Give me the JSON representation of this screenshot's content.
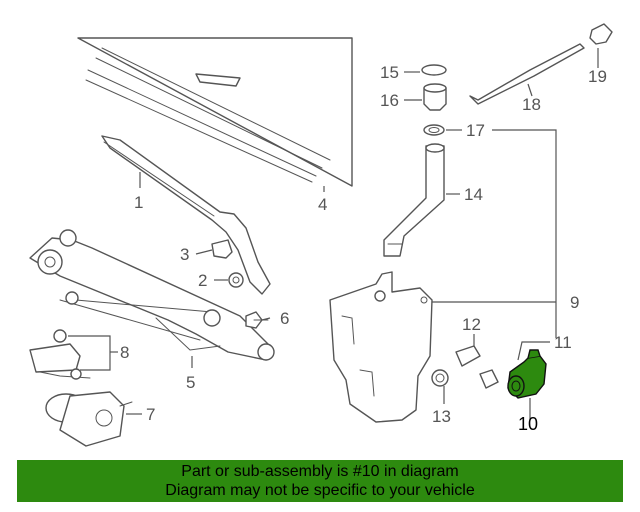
{
  "callouts": {
    "c1": "1",
    "c2": "2",
    "c3": "3",
    "c4": "4",
    "c5": "5",
    "c6": "6",
    "c7": "7",
    "c8": "8",
    "c9": "9",
    "c10": "10",
    "c11": "11",
    "c12": "12",
    "c13": "13",
    "c14": "14",
    "c15": "15",
    "c16": "16",
    "c17": "17",
    "c18": "18",
    "c19": "19"
  },
  "highlight": {
    "part_number": "10",
    "color": "#2d8a0f"
  },
  "banner": {
    "line1": "Part or sub-assembly is #10 in diagram",
    "line2": "Diagram may not be specific to your vehicle",
    "background": "#2d8a0f"
  }
}
